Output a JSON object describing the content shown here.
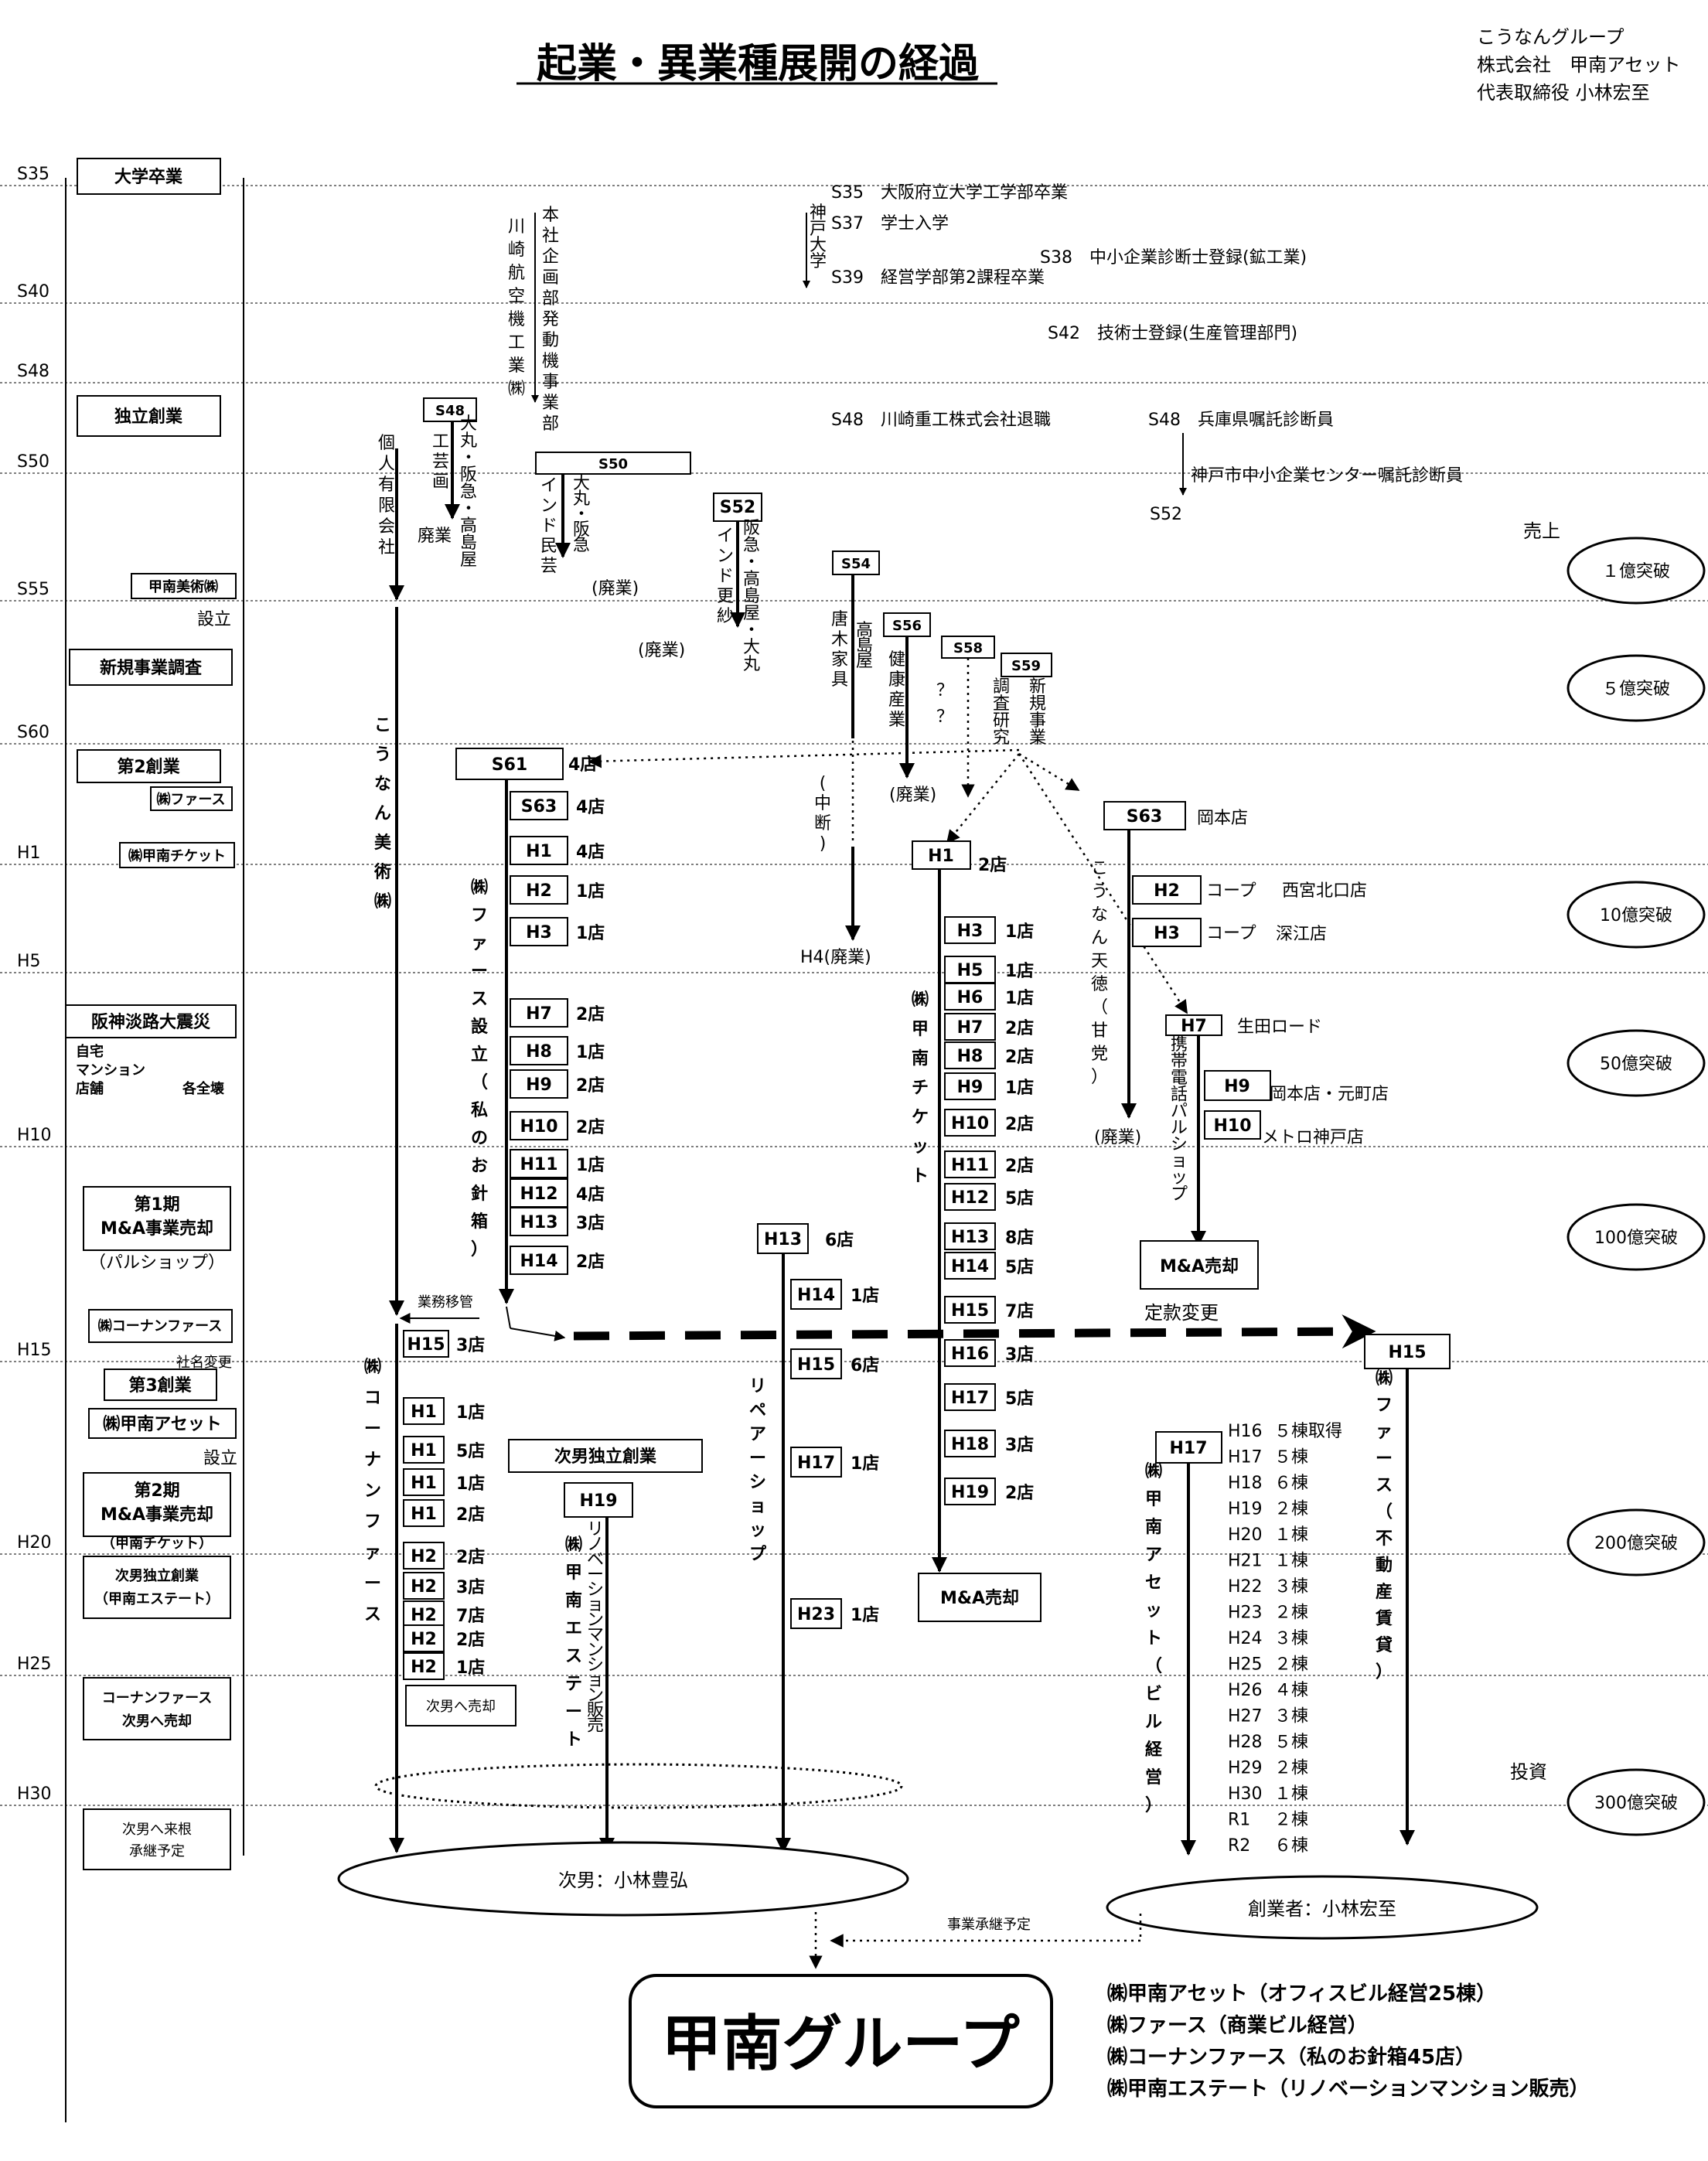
{
  "title": "起業・異業種展開の経過",
  "company": {
    "group": "こうなんグループ",
    "corp": "株式会社　甲南アセット",
    "rep": "代表取締役 小林宏至"
  },
  "eras": [
    "S35",
    "S40",
    "S48",
    "S50",
    "S55",
    "S60",
    "H1",
    "H5",
    "H10",
    "H15",
    "H20",
    "H25",
    "H30"
  ],
  "phases": {
    "graduation": "大学卒業",
    "independent": "独立創業",
    "konan_art_co": "甲南美術㈱",
    "konan_art_est": "設立",
    "new_business": "新規事業調査",
    "second": "第2創業",
    "farce": "㈱ファース",
    "konan_ticket": "㈱甲南チケット",
    "quake": "阪神淡路大震災",
    "quake_home": "自宅",
    "quake_mansion": "マンション",
    "quake_shop": "店舗",
    "quake_destroyed": "各全壊",
    "ma1_a": "第1期",
    "ma1_b": "M&A事業売却",
    "ma1_c": "（パルショップ）",
    "konan_farce": "㈱コーナンファース",
    "rename": "社名変更",
    "third": "第3創業",
    "konan_asset": "㈱甲南アセット",
    "asset_est": "設立",
    "ma2_a": "第2期",
    "ma2_b": "M&A事業売却",
    "ma2_c": "（甲南チケット）",
    "son_a": "次男独立創業",
    "son_b": "（甲南エステート）",
    "sell_a": "コーナンファース",
    "sell_b": "次男へ売却",
    "plan_a": "次男へ来根",
    "plan_b": "承継予定"
  },
  "bio": {
    "grad": "S35　大阪府立大学工学部卒業",
    "univ": "神戸大学",
    "s37": "S37　学士入学",
    "s38": "S38　中小企業診断士登録(鉱工業)",
    "s39": "S39　経営学部第2課程卒業",
    "s42": "S42　技術士登録(生産管理部門)",
    "s48a": "S48　川崎重工株式会社退職",
    "s48b": "S48　兵庫県嘱託診断員",
    "center": "神戸市中小企業センター嘱託診断員",
    "s52": "S52"
  },
  "kawasaki": {
    "col1": "川崎航空機工業㈱",
    "col2": "本社企画部発動機事業部"
  },
  "early": {
    "kojin": "個人有限会社",
    "s48": "S48",
    "kogei": "工芸画",
    "kogei_shops": "大丸・阪急・高島屋",
    "haigyo": "廃業",
    "s50": "S50",
    "india": "インド民芸",
    "india_shops": "大丸・阪急",
    "india_end": "(廃業)",
    "s52": "S52",
    "india2": "インド更紗",
    "india2_shops": "阪急・高島屋・大丸",
    "india2_end": "(廃業)",
    "s54": "S54",
    "karaki": "唐木家具",
    "karaki_shop": "高島屋",
    "chudan": "(中断)",
    "h4": "H4(廃業)",
    "s56": "S56",
    "kenko": "健康産業",
    "kenko_end": "(廃業)",
    "s58": "S58",
    "q": "？？",
    "s59": "S59",
    "chosa": "調査研究",
    "shinki": "新規事業"
  },
  "konan_bijutsu": "こうなん美術㈱",
  "farce_col": {
    "label": "㈱ファース設立（私のお針箱）",
    "s61": "S61",
    "s61_n": "4店",
    "rows": [
      {
        "k": "S63",
        "n": "4店"
      },
      {
        "k": "H1",
        "n": "4店"
      },
      {
        "k": "H2",
        "n": "1店"
      },
      {
        "k": "H3",
        "n": "1店"
      },
      {
        "k": "H7",
        "n": "2店"
      },
      {
        "k": "H8",
        "n": "1店"
      },
      {
        "k": "H9",
        "n": "2店"
      },
      {
        "k": "H10",
        "n": "2店"
      },
      {
        "k": "H11",
        "n": "1店"
      },
      {
        "k": "H12",
        "n": "4店"
      },
      {
        "k": "H13",
        "n": "3店"
      },
      {
        "k": "H14",
        "n": "2店"
      }
    ],
    "transfer": "業務移管"
  },
  "konan_farce": {
    "label": "㈱コーナンファース",
    "rows": [
      {
        "k": "H15",
        "n": "3店"
      },
      {
        "k": "H1",
        "n": "1店"
      },
      {
        "k": "H1",
        "n": "5店"
      },
      {
        "k": "H1",
        "n": "1店"
      },
      {
        "k": "H1",
        "n": "2店"
      },
      {
        "k": "H2",
        "n": "2店"
      },
      {
        "k": "H2",
        "n": "3店"
      },
      {
        "k": "H2",
        "n": "7店"
      },
      {
        "k": "H2",
        "n": "2店"
      },
      {
        "k": "H2",
        "n": "1店"
      }
    ],
    "sold": "次男へ売却"
  },
  "estate": {
    "header": "次男独立創業",
    "h19": "H19",
    "label": "㈱甲南エステート",
    "sub": "リノベーションマンション販売"
  },
  "repair": {
    "label": "リペアーショップ",
    "rows": [
      {
        "k": "H13",
        "n": "6店"
      },
      {
        "k": "H14",
        "n": "1店"
      },
      {
        "k": "H15",
        "n": "6店"
      },
      {
        "k": "H17",
        "n": "1店"
      },
      {
        "k": "H23",
        "n": "1店"
      }
    ]
  },
  "ticket": {
    "label": "㈱甲南チケット",
    "h1": "H1",
    "h1_n": "2店",
    "rows": [
      {
        "k": "H3",
        "n": "1店"
      },
      {
        "k": "H5",
        "n": "1店"
      },
      {
        "k": "H6",
        "n": "1店"
      },
      {
        "k": "H7",
        "n": "2店"
      },
      {
        "k": "H8",
        "n": "2店"
      },
      {
        "k": "H9",
        "n": "1店"
      },
      {
        "k": "H10",
        "n": "2店"
      },
      {
        "k": "H11",
        "n": "2店"
      },
      {
        "k": "H12",
        "n": "5店"
      },
      {
        "k": "H13",
        "n": "8店"
      },
      {
        "k": "H14",
        "n": "5店"
      },
      {
        "k": "H15",
        "n": "7店"
      },
      {
        "k": "H16",
        "n": "3店"
      },
      {
        "k": "H17",
        "n": "5店"
      },
      {
        "k": "H18",
        "n": "3店"
      },
      {
        "k": "H19",
        "n": "2店"
      }
    ],
    "sold": "M&A売却"
  },
  "tentoku": {
    "label": "こうなん天徳（甘党）",
    "s63": "S63",
    "s63_t": "岡本店",
    "h2": "H2",
    "h2_t": "コープ",
    "h2_s": "西宮北口店",
    "h3": "H3",
    "h3_t": "コープ",
    "h3_s": "深江店",
    "end": "(廃業)"
  },
  "pal": {
    "label": "携帯電話パルショップ",
    "h7": "H7",
    "h7_t": "生田ロード",
    "h9": "H9",
    "h9_t": "岡本店・元町店",
    "h10": "H10",
    "h10_t": "メトロ神戸店",
    "sold": "M&A売却"
  },
  "teikan": "定款変更",
  "farce2": {
    "h15": "H15",
    "label": "㈱ファース（不動産賃貸）"
  },
  "asset": {
    "h17": "H17",
    "label": "㈱甲南アセット（ビル経営）",
    "rows": [
      {
        "y": "H16",
        "v": "５棟取得"
      },
      {
        "y": "H17",
        "v": "５棟"
      },
      {
        "y": "H18",
        "v": "６棟"
      },
      {
        "y": "H19",
        "v": "２棟"
      },
      {
        "y": "H20",
        "v": "１棟"
      },
      {
        "y": "H21",
        "v": "１棟"
      },
      {
        "y": "H22",
        "v": "３棟"
      },
      {
        "y": "H23",
        "v": "２棟"
      },
      {
        "y": "H24",
        "v": "３棟"
      },
      {
        "y": "H25",
        "v": "２棟"
      },
      {
        "y": "H26",
        "v": "４棟"
      },
      {
        "y": "H27",
        "v": "３棟"
      },
      {
        "y": "H28",
        "v": "５棟"
      },
      {
        "y": "H29",
        "v": "２棟"
      },
      {
        "y": "H30",
        "v": "１棟"
      },
      {
        "y": "R1",
        "v": "２棟"
      },
      {
        "y": "R2",
        "v": "６棟"
      }
    ]
  },
  "sales": {
    "label": "売上",
    "invest": "投資",
    "milestones": [
      "１億突破",
      "５億突破",
      "10億突破",
      "50億突破",
      "100億突破",
      "200億突破",
      "300億突破"
    ]
  },
  "successors": {
    "son": "次男：小林豊弘",
    "founder": "創業者：小林宏至",
    "plan": "事業承継予定"
  },
  "group": {
    "name": "甲南グループ",
    "members": [
      "㈱甲南アセット（オフィスビル経営25棟）",
      "㈱ファース（商業ビル経営）",
      "㈱コーナンファース（私のお針箱45店）",
      "㈱甲南エステート（リノベーションマンション販売）"
    ]
  }
}
